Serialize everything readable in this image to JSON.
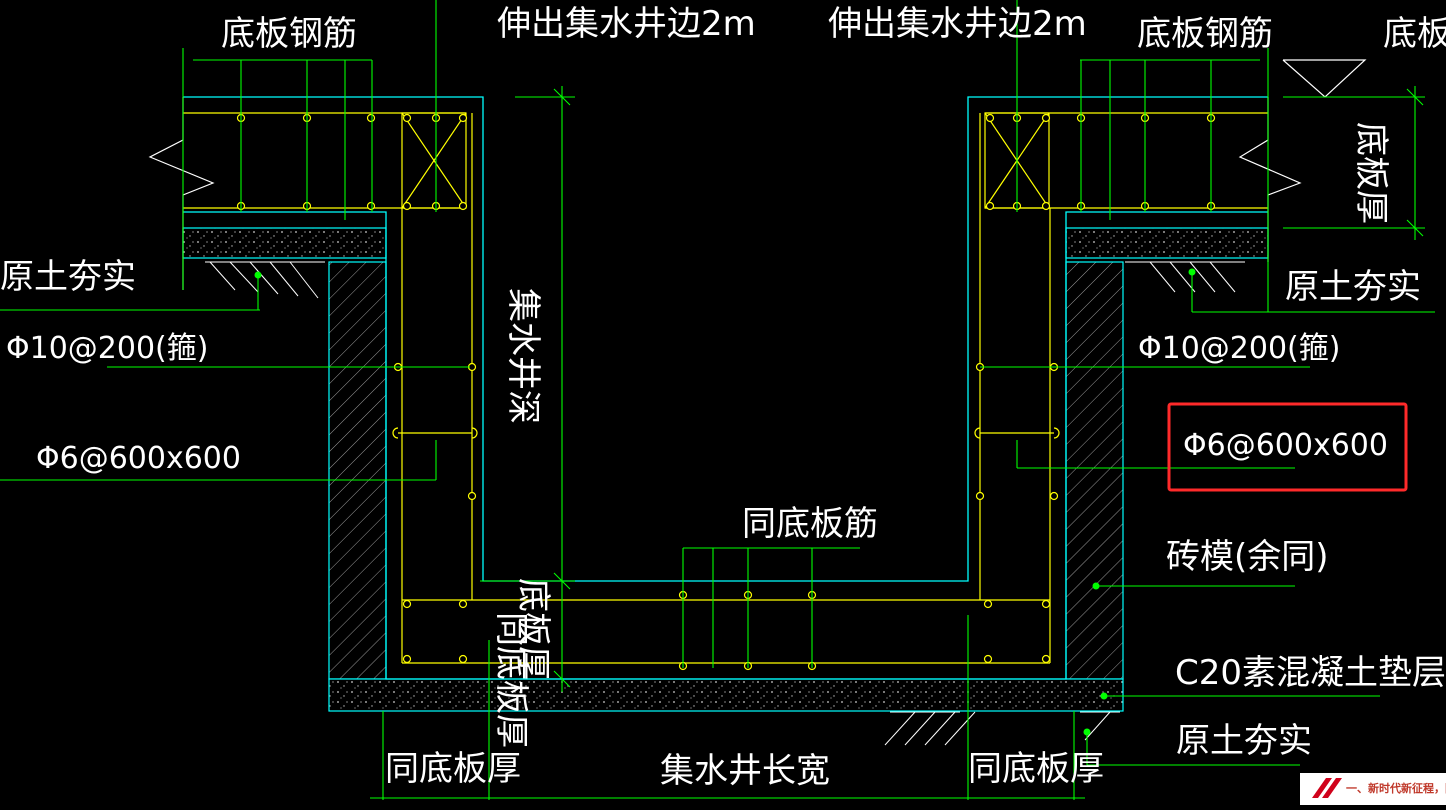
{
  "drawing": {
    "colors": {
      "background": "#000000",
      "concrete_outline": "#00ffff",
      "rebar": "#ffff00",
      "leader": "#00ff00",
      "text": "#ffffff",
      "highlight_box": "#ff2a2a"
    },
    "labels": {
      "slab_rebar_left": "底板钢筋",
      "extend_left": "伸出集水井边2m",
      "extend_right": "伸出集水井边2m",
      "slab_rebar_right": "底板钢筋",
      "slab_cut_right": "底板",
      "compact_soil_left": "原土夯实",
      "stirrup_left": "Φ10@200(箍)",
      "tie_left": "Φ6@600x600",
      "pit_depth": "集水井深",
      "same_slab_rebar": "同底板筋",
      "slab_thickness_vertical": "底板厚",
      "same_slab_thickness_vertical": "同底板厚",
      "compact_soil_right_top": "原土夯实",
      "stirrup_right": "Φ10@200(箍)",
      "tie_right": "Φ6@600x600",
      "brick_mold": "砖模(余同)",
      "cushion": "C20素混凝土垫层",
      "compact_soil_right_bottom": "原土夯实",
      "same_thickness_left": "同底板厚",
      "pit_size": "集水井长宽",
      "same_thickness_right": "同底板厚"
    },
    "watermark": "一、新时代新征程，国资"
  }
}
